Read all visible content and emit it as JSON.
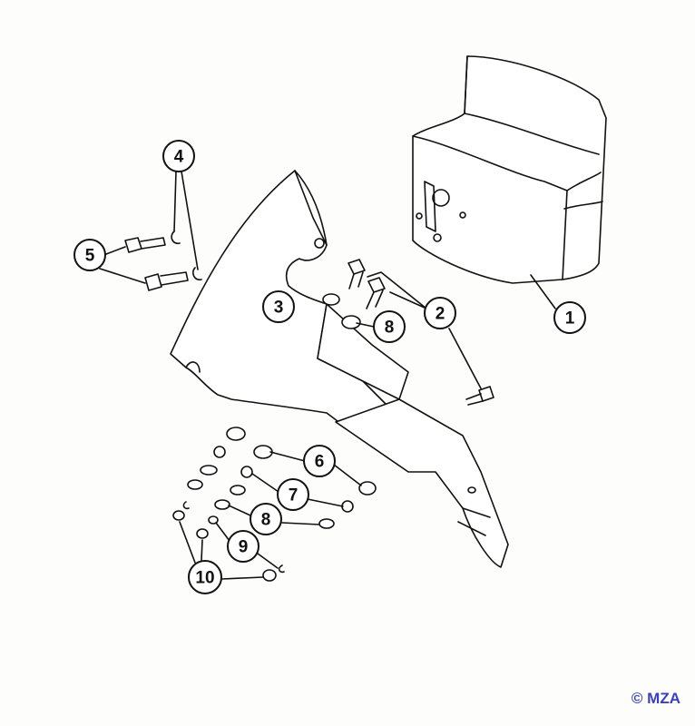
{
  "diagram": {
    "callouts": [
      {
        "id": "callout-1",
        "label": "1"
      },
      {
        "id": "callout-2",
        "label": "2"
      },
      {
        "id": "callout-3",
        "label": "3"
      },
      {
        "id": "callout-4",
        "label": "4"
      },
      {
        "id": "callout-5",
        "label": "5"
      },
      {
        "id": "callout-6",
        "label": "6"
      },
      {
        "id": "callout-7",
        "label": "7"
      },
      {
        "id": "callout-8a",
        "label": "8"
      },
      {
        "id": "callout-8b",
        "label": "8"
      },
      {
        "id": "callout-9",
        "label": "9"
      },
      {
        "id": "callout-10",
        "label": "10"
      }
    ],
    "copyright": "© MZA",
    "copyright_color": "#3b3fc0"
  }
}
